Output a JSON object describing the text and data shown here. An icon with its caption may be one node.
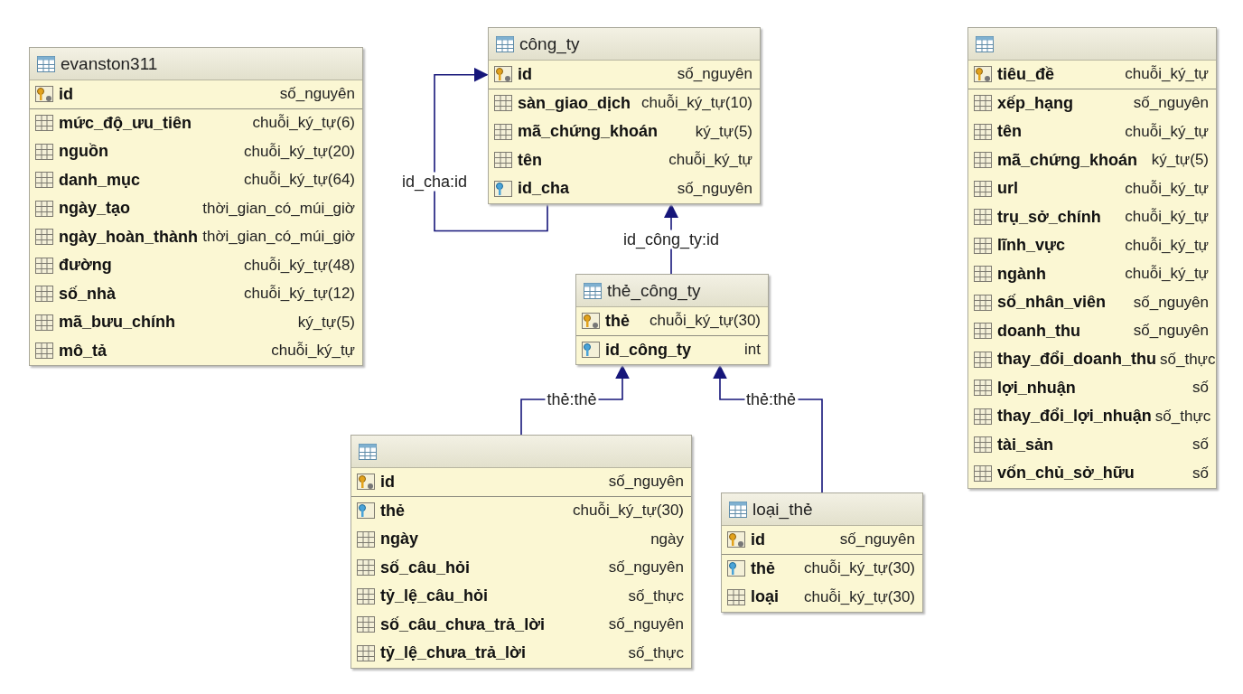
{
  "diagram": {
    "nodes": [
      {
        "text": [
          "evanston311"
        ]
      },
      {
        "text": [
          "id",
          "số_nguyên"
        ],
        "in": 0
      },
      {
        "text": [
          "mức_độ_ưu_tiên",
          "chuỗi_ký_tự(6)"
        ],
        "in": 0
      },
      {
        "text": [
          "nguồn",
          "chuỗi_ký_tự(20)"
        ],
        "in": 0
      },
      {
        "text": [
          "danh_mục",
          "chuỗi_ký_tự(64)"
        ],
        "in": 0
      },
      {
        "text": [
          "ngày_tạo",
          "thời_gian_có_múi_giờ"
        ],
        "in": 0
      },
      {
        "text": [
          "ngày_hoàn_thành",
          "thời_gian_có_múi_giờ"
        ],
        "in": 0
      },
      {
        "text": [
          "đường",
          "chuỗi_ký_tự(48)"
        ],
        "in": 0
      },
      {
        "text": [
          "số_nhà",
          "chuỗi_ký_tự(12)"
        ],
        "in": 0
      },
      {
        "text": [
          "mã_bưu_chính",
          "ký_tự(5)"
        ],
        "in": 0
      },
      {
        "text": [
          "mô_tả",
          "chuỗi_ký_tự"
        ],
        "in": 0
      },
      {
        "text": [
          "công_ty"
        ]
      },
      {
        "text": [
          "id",
          "số_nguyên"
        ],
        "in": 11
      },
      {
        "text": [
          "sàn_giao_dịch",
          "chuỗi_ký_tự(10)"
        ],
        "in": 11
      },
      {
        "text": [
          "mã_chứng_khoán",
          "ký_tự(5)"
        ],
        "in": 11
      },
      {
        "text": [
          "tên",
          "chuỗi_ký_tự"
        ],
        "in": 11
      },
      {
        "text": [
          "id_cha",
          "số_nguyên"
        ],
        "in": 11
      },
      {
        "text": [],
        "shape": "box"
      },
      {
        "text": [
          "tiêu_đề",
          "chuỗi_ký_tự"
        ],
        "in": 17
      },
      {
        "text": [
          "xếp_hạng",
          "số_nguyên"
        ],
        "in": 17
      },
      {
        "text": [
          "tên",
          "chuỗi_ký_tự"
        ],
        "in": 17
      },
      {
        "text": [
          "mã_chứng_khoán",
          "ký_tự(5)"
        ],
        "in": 17
      },
      {
        "text": [
          "url",
          "chuỗi_ký_tự"
        ],
        "in": 17
      },
      {
        "text": [
          "trụ_sở_chính",
          "chuỗi_ký_tự"
        ],
        "in": 17
      },
      {
        "text": [
          "lĩnh_vực",
          "chuỗi_ký_tự"
        ],
        "in": 17
      },
      {
        "text": [
          "ngành",
          "chuỗi_ký_tự"
        ],
        "in": 17
      },
      {
        "text": [
          "số_nhân_viên",
          "số_nguyên"
        ],
        "in": 17
      },
      {
        "text": [
          "doanh_thu",
          "số_nguyên"
        ],
        "in": 17
      },
      {
        "text": [
          "thay_đổi_doanh_thu",
          "số_thực"
        ],
        "in": 17
      },
      {
        "text": [
          "lợi_nhuận",
          "số"
        ],
        "in": 17
      },
      {
        "text": [
          "thay_đổi_lợi_nhuận",
          "số_thực"
        ],
        "in": 17
      },
      {
        "text": [
          "tài_sản",
          "số"
        ],
        "in": 17
      },
      {
        "text": [
          "vốn_chủ_sở_hữu",
          "số"
        ],
        "in": 17
      },
      {
        "text": [
          "thẻ_công_ty"
        ]
      },
      {
        "text": [
          "thẻ",
          "chuỗi_ký_tự(30)"
        ],
        "in": 33
      },
      {
        "text": [
          "id_công_ty",
          "int"
        ],
        "in": 33
      },
      {
        "text": [],
        "shape": "box"
      },
      {
        "text": [
          "id",
          "số_nguyên"
        ],
        "in": 36
      },
      {
        "text": [
          "thẻ",
          "chuỗi_ký_tự(30)"
        ],
        "in": 36
      },
      {
        "text": [
          "ngày",
          "ngày"
        ],
        "in": 36
      },
      {
        "text": [
          "số_câu_hỏi",
          "số_nguyên"
        ],
        "in": 36
      },
      {
        "text": [
          "tỷ_lệ_câu_hỏi",
          "số_thực"
        ],
        "in": 36
      },
      {
        "text": [
          "số_câu_chưa_trả_lời",
          "số_nguyên"
        ],
        "in": 36
      },
      {
        "text": [
          "tỷ_lệ_chưa_trả_lời",
          "số_thực"
        ],
        "in": 36
      },
      {
        "text": [
          "loại_thẻ"
        ]
      },
      {
        "text": [
          "id",
          "số_nguyên"
        ],
        "in": 44
      },
      {
        "text": [
          "thẻ",
          "chuỗi_ký_tự(30)"
        ],
        "in": 44
      },
      {
        "text": [
          "loại",
          "chuỗi_ký_tự(30)"
        ],
        "in": 44
      }
    ],
    "edges": [
      {
        "from": 16,
        "to": 12,
        "arrow": "to",
        "label": "id_cha:id"
      },
      {
        "from": 33,
        "to": 11,
        "arrow": "to",
        "label": "id_công_ty:id"
      },
      {
        "from": 36,
        "to": 33,
        "arrow": "to",
        "label": "thẻ:thẻ"
      },
      {
        "from": 44,
        "to": 33,
        "arrow": "to",
        "label": "thẻ:thẻ"
      }
    ]
  }
}
